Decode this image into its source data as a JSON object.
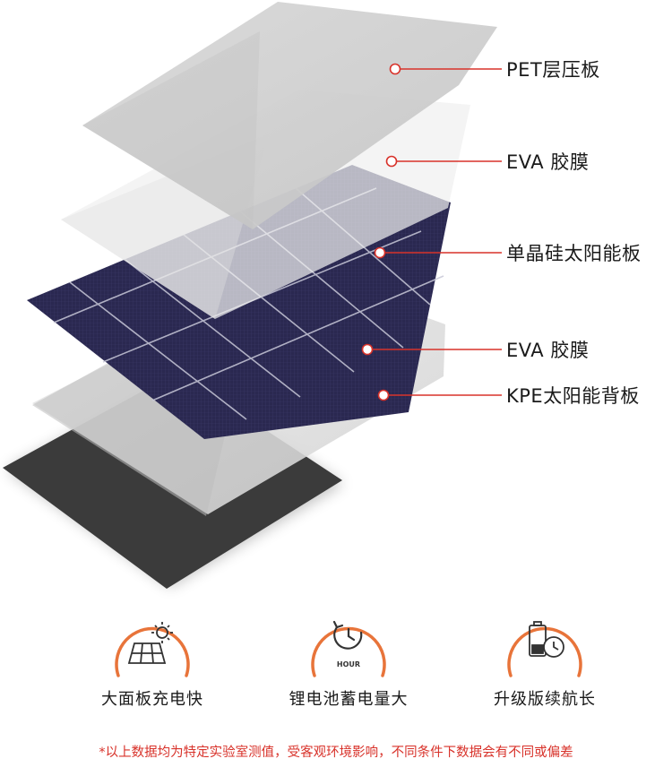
{
  "layers": [
    {
      "label": "PET层压板"
    },
    {
      "label": "EVA 胶膜"
    },
    {
      "label": "单晶硅太阳能板"
    },
    {
      "label": "EVA 胶膜"
    },
    {
      "label": "KPE太阳能背板"
    }
  ],
  "features": [
    {
      "label": "大面板充电快",
      "icon": "solar-panel-sun-icon"
    },
    {
      "label": "锂电池蓄电量大",
      "icon": "24-hour-clock-icon",
      "icon_text": "HOUR"
    },
    {
      "label": "升级版续航长",
      "icon": "battery-clock-icon"
    }
  ],
  "disclaimer": "*以上数据均为特定实验室测值，受客观环境影响，不同条件下数据会有不同或偏差",
  "colors": {
    "accent": "#d8322a",
    "arc": "#e8743a",
    "icon_stroke": "#333333",
    "cell_dark": "#2a2850",
    "backsheet": "#3a3a3a"
  }
}
